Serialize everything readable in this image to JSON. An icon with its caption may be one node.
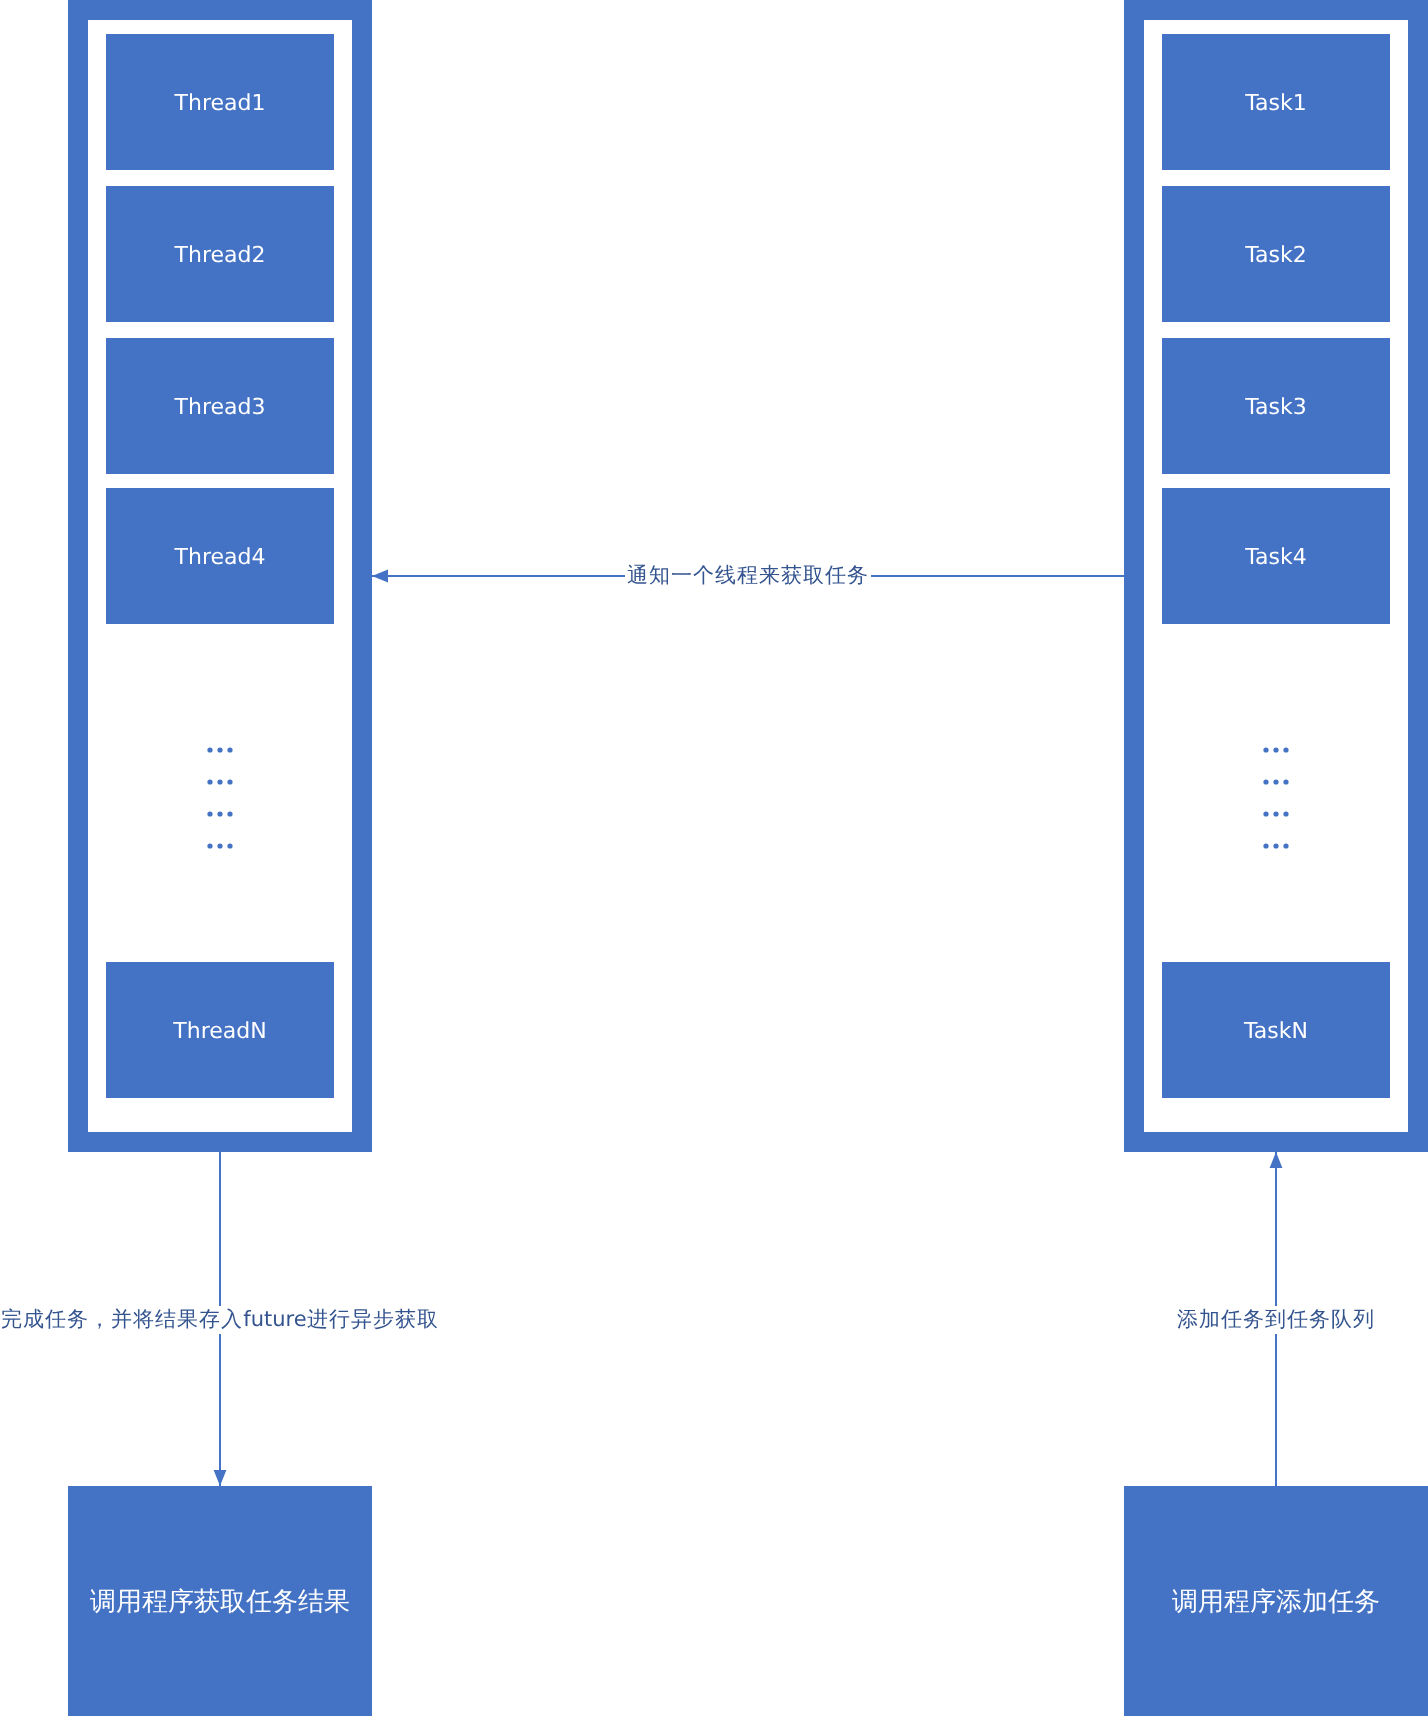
{
  "diagram": {
    "nodes": [
      {
        "text": [],
        "shape": "box"
      },
      {
        "text": [
          "Thread1"
        ],
        "in": 0
      },
      {
        "text": [
          "Thread2"
        ],
        "in": 0
      },
      {
        "text": [
          "Thread3"
        ],
        "in": 0
      },
      {
        "text": [
          "Thread4"
        ],
        "in": 0
      },
      {
        "text": [
          "ThreadN"
        ],
        "in": 0
      },
      {
        "text": [],
        "shape": "box"
      },
      {
        "text": [
          "Task1"
        ],
        "in": 6
      },
      {
        "text": [
          "Task2"
        ],
        "in": 6
      },
      {
        "text": [
          "Task3"
        ],
        "in": 6
      },
      {
        "text": [
          "Task4"
        ],
        "in": 6
      },
      {
        "text": [
          "TaskN"
        ],
        "in": 6
      },
      {
        "text": [
          "调用程序获取任务结果"
        ]
      },
      {
        "text": [
          "调用程序添加任务"
        ]
      }
    ],
    "edges": [
      {
        "from": 6,
        "to": 0,
        "arrow": "to",
        "label": "通知一个线程来获取任务"
      },
      {
        "from": 0,
        "to": 12,
        "arrow": "to",
        "label": "完成任务，并将结果存入future进行异步获取"
      },
      {
        "from": 13,
        "to": 6,
        "arrow": "to",
        "label": "添加任务到任务队列"
      }
    ]
  }
}
